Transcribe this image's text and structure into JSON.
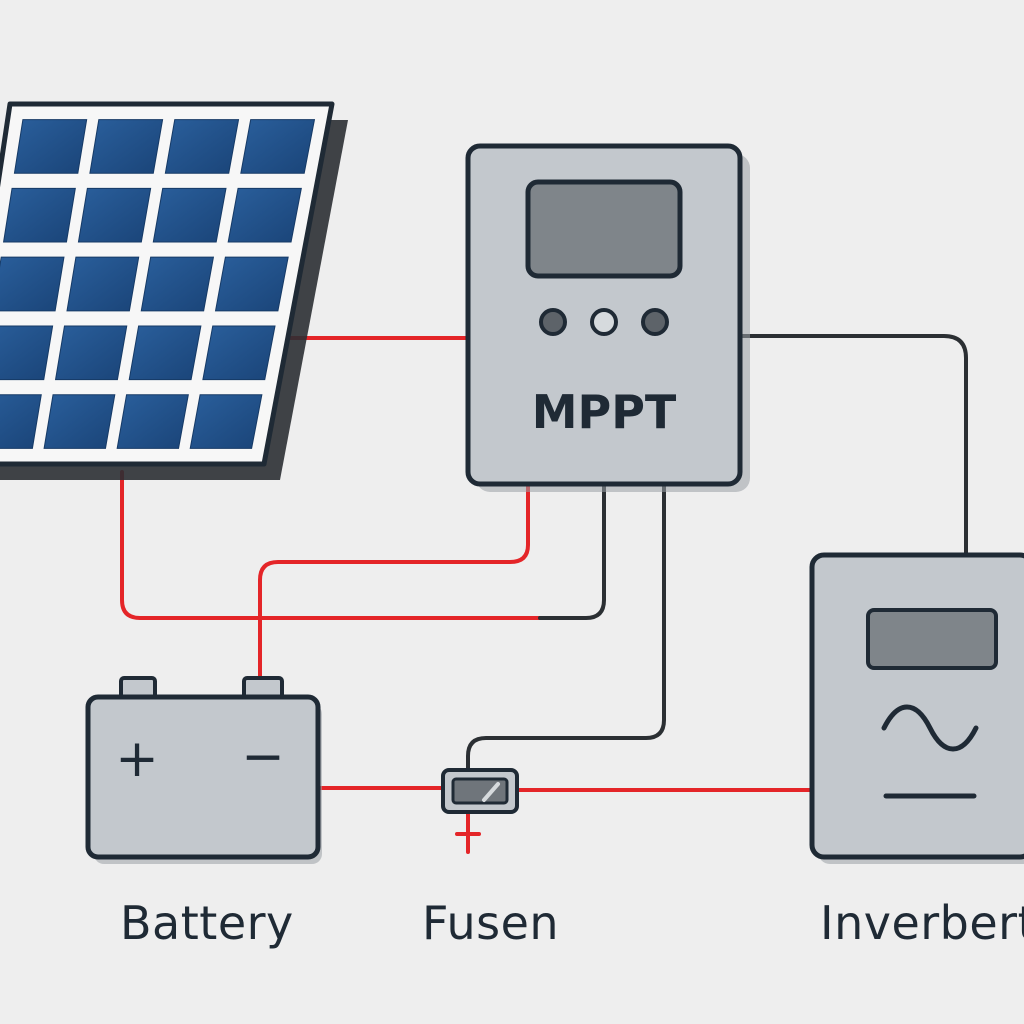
{
  "controller": {
    "label": "MPPT"
  },
  "labels": {
    "battery": "Battery",
    "fuse": "Fusen",
    "inverter": "Inverbert"
  },
  "battery": {
    "plus": "+",
    "minus": "−"
  },
  "colors": {
    "background": "#eeeeee",
    "outline": "#1f2a35",
    "device_fill": "#c3c8cd",
    "display_fill": "#7f858a",
    "panel_cell": "#1f4f86",
    "wire_positive": "#e42528",
    "wire_negative": "#2b2f33"
  },
  "icons": [
    "solar-panel-icon",
    "battery-icon",
    "fuse-icon",
    "inverter-icon",
    "sine-wave-icon"
  ]
}
